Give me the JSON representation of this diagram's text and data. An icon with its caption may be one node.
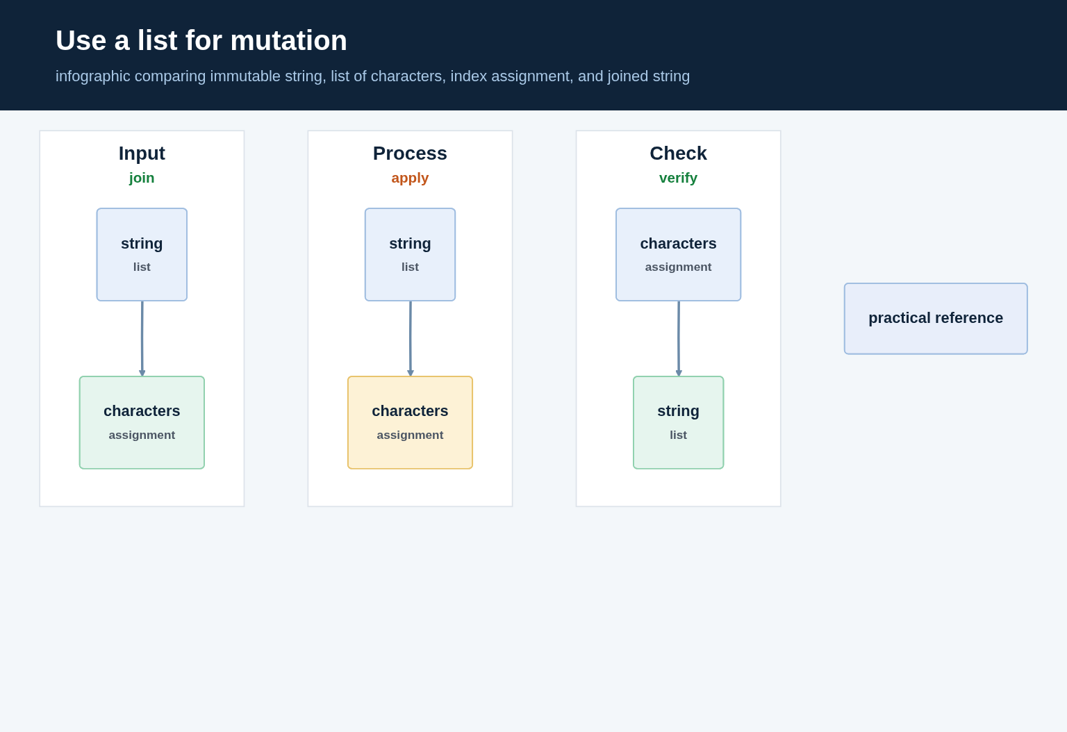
{
  "diagram": {
    "title": "Use a list for mutation",
    "nodes": [
      {
        "text": [
          "Input",
          "join"
        ]
      },
      {
        "text": [
          "string",
          "list"
        ],
        "in": 0
      },
      {
        "text": [
          "characters",
          "assignment"
        ],
        "in": 0
      },
      {
        "text": [
          "Process",
          "apply"
        ]
      },
      {
        "text": [
          "string",
          "list"
        ],
        "in": 3
      },
      {
        "text": [
          "characters",
          "assignment"
        ],
        "in": 3
      },
      {
        "text": [
          "Check",
          "verify"
        ]
      },
      {
        "text": [
          "characters",
          "assignment"
        ],
        "in": 6
      },
      {
        "text": [
          "string",
          "list"
        ],
        "in": 6
      },
      {
        "text": [
          "practical reference"
        ]
      }
    ],
    "edges": [
      {
        "from": 1,
        "to": 2,
        "arrow": "to"
      },
      {
        "from": 4,
        "to": 5,
        "arrow": "to"
      },
      {
        "from": 7,
        "to": 8,
        "arrow": "to"
      }
    ],
    "labels": [
      "infographic comparing immutable string, list of characters, index assignment, and joined string"
    ]
  }
}
